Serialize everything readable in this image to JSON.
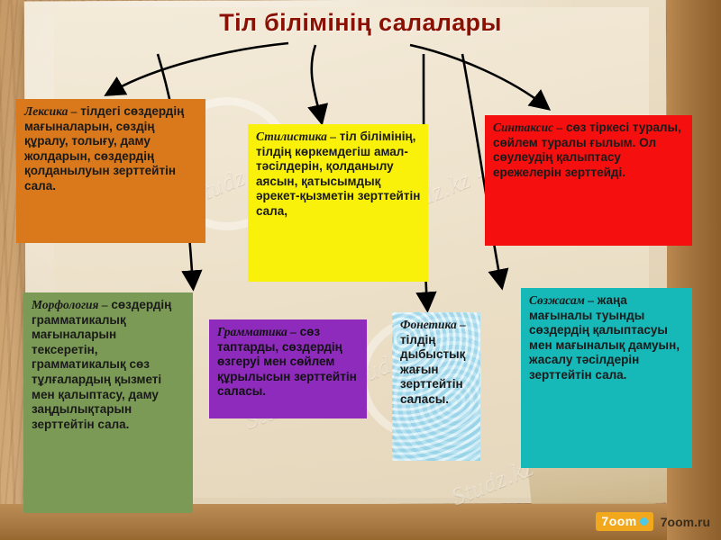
{
  "title": "Тіл білімінің салалары",
  "watermarks": [
    "Studz.kz - Stud.kz",
    "Studz.kz - Stud.kz",
    "Studz.kz - Stud.kz",
    "Studz.kz - Stud.kz"
  ],
  "boxes": {
    "lexika": {
      "lead": "Лексика –",
      "text": " тілдегі сөздердің мағыналарын, сөздің құралу, толығу, даму жолдарын, сөздердің қолданылуын зерттейтін сала.",
      "color": "#d9791c"
    },
    "stilistika": {
      "lead": "Стилистика –",
      "text": " тіл білімінің, тілдің көркемдегіш амал-тәсілдерін, қолданылу аясын, қатысымдық әрекет-қызметін зерттейтін сала,",
      "color": "#f9f10a"
    },
    "sintaksis": {
      "lead": "Синтаксис –",
      "text": " сөз тіркесі туралы, сөйлем туралы ғылым. Ол сөулеудің қалыптасу ережелерін зерттейді.",
      "color": "#f50f0f"
    },
    "morfologiya": {
      "lead": "Морфология –",
      "text": " сөздердің грамматикалық мағыналарын тексеретін, грамматикалық сөз тұлғалардың қызметі мен қалыптасу, даму заңдылықтарын зерттейтін сала.",
      "color": "#7b9a55"
    },
    "grammatika": {
      "lead": "Грамматика –",
      "text": " сөз таптарды, сөздердің өзгеруі мен сөйлем құрылысын зерттейтін саласы.",
      "color": "#8e2bbd"
    },
    "fonetika": {
      "lead": "Фонетика –",
      "text": " тілдің дыбыстық жағын зерттейтін саласы.",
      "color": "#a9e6f5"
    },
    "sozzhasam": {
      "lead": "Сөзжасам –",
      "text": " жаңа мағыналы туынды сөздердің қалыптасуы мен мағыналық дамуын, жасалу тәсілдерін зерттейтін сала.",
      "color": "#16b8b8"
    }
  },
  "footer": {
    "logo": "7oom",
    "site": "7oom.ru"
  }
}
